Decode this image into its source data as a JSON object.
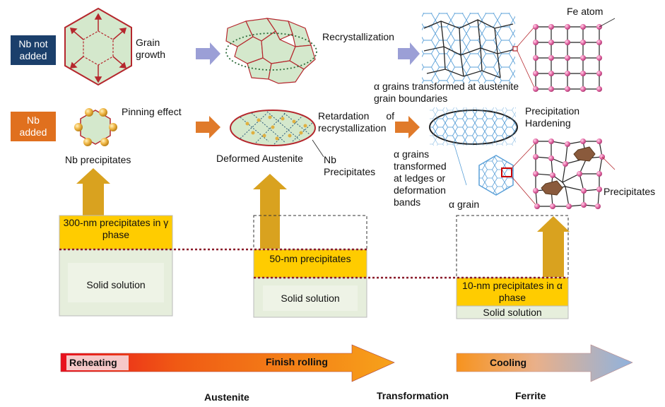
{
  "labels": {
    "nb_not_added": "Nb not added",
    "nb_added": "Nb added",
    "grain_growth": "Grain growth",
    "recrystallization": "Recrystallization",
    "fe_atom": "Fe atom",
    "alpha_boundaries": "α grains transformed at austenite grain boundaries",
    "pinning_effect": "Pinning effect",
    "nb_precipitates": "Nb precipitates",
    "retardation": "Retardation of recrystallization",
    "deformed_austenite": "Deformed Austenite",
    "nb_precipitates_2": "Nb Precipitates",
    "precipitation_hardening": "Precipitation Hardening",
    "alpha_ledges": "α grains transformed at ledges or deformation bands",
    "alpha_grain": "α grain",
    "precipitates": "Precipitates"
  },
  "boxes": {
    "box1_top": "300-nm precipitates in γ phase",
    "box1_bottom": "Solid solution",
    "box2_top": "50-nm precipitates",
    "box2_bottom": "Solid solution",
    "box3_top": "10-nm precipitates in α phase",
    "box3_bottom": "Solid solution"
  },
  "timeline": {
    "reheating": "Reheating",
    "finish_rolling": "Finish rolling",
    "cooling": "Cooling",
    "austenite": "Austenite",
    "transformation": "Transformation",
    "ferrite": "Ferrite"
  },
  "colors": {
    "navy": "#1b3f6b",
    "orange": "#e0701e",
    "gold": "#d9a21f",
    "yellow_fill": "#ffcc00",
    "solid_fill": "#e6eedc",
    "grain_fill": "#d4e8cc",
    "grain_red": "#b5272d",
    "lattice_pink": "#e05a9a",
    "blue_grain": "#5aa0d8"
  }
}
